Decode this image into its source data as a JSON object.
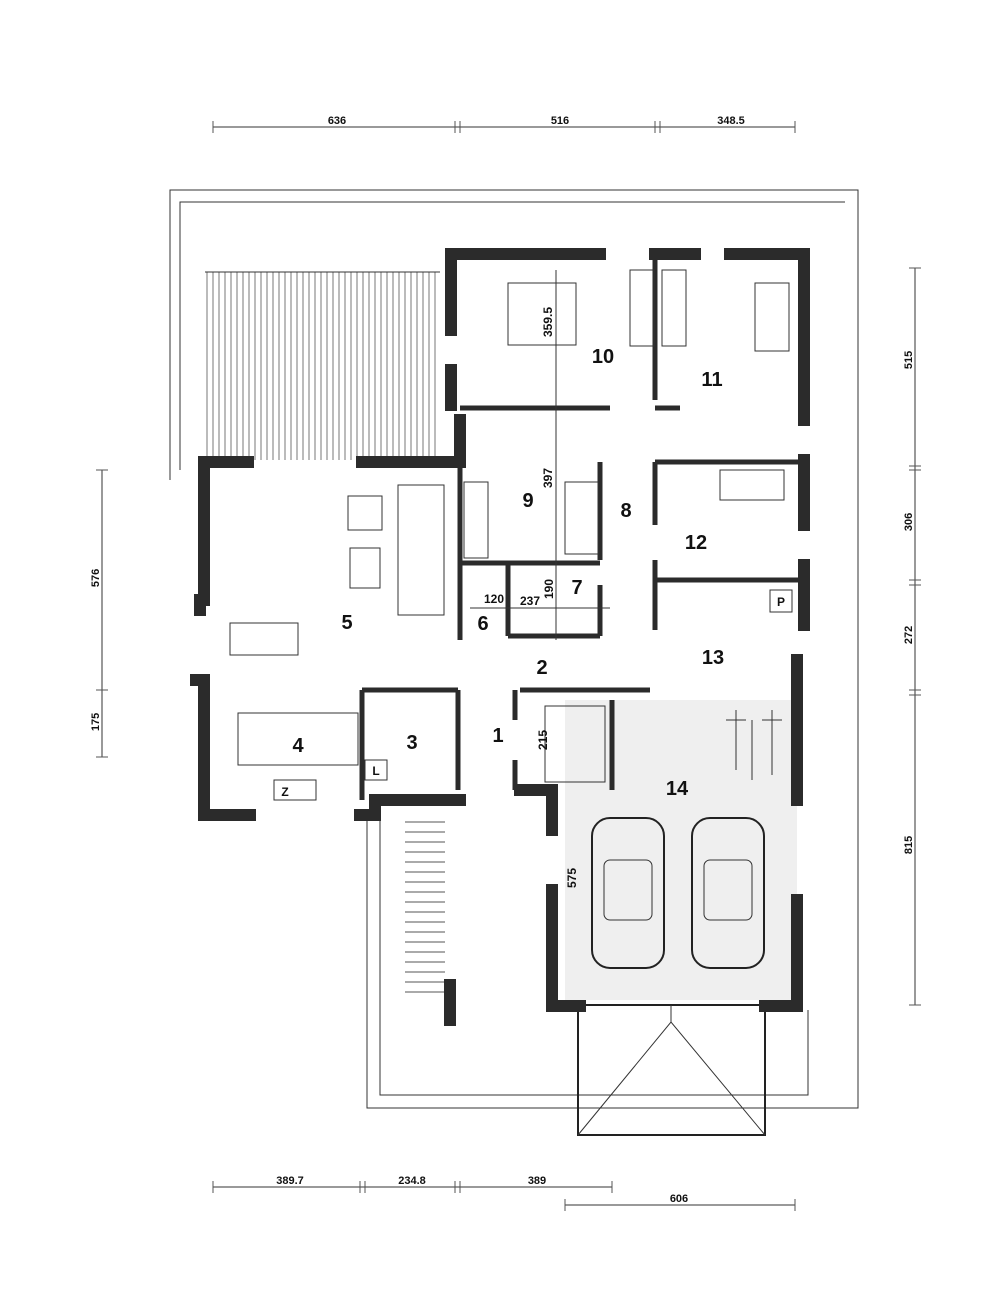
{
  "plan": {
    "rooms": [
      "1",
      "2",
      "3",
      "4",
      "5",
      "6",
      "7",
      "8",
      "9",
      "10",
      "11",
      "12",
      "13",
      "14"
    ],
    "dims_top": [
      "636",
      "516",
      "348.5"
    ],
    "dims_bottom": [
      "389.7",
      "234.8",
      "389",
      "606"
    ],
    "dims_right": [
      "515",
      "306",
      "272",
      "815"
    ],
    "dims_left": [
      "576",
      "175"
    ],
    "dims_inner": {
      "d1": "359.5",
      "d2": "397",
      "d3": "120",
      "d4": "237",
      "d5": "190",
      "d6": "215",
      "d7": "575"
    },
    "symbols": {
      "z": "Z",
      "l": "L",
      "p": "P"
    },
    "colors": {
      "wall": "#2b2b2b",
      "garage_floor": "#efefef"
    }
  }
}
